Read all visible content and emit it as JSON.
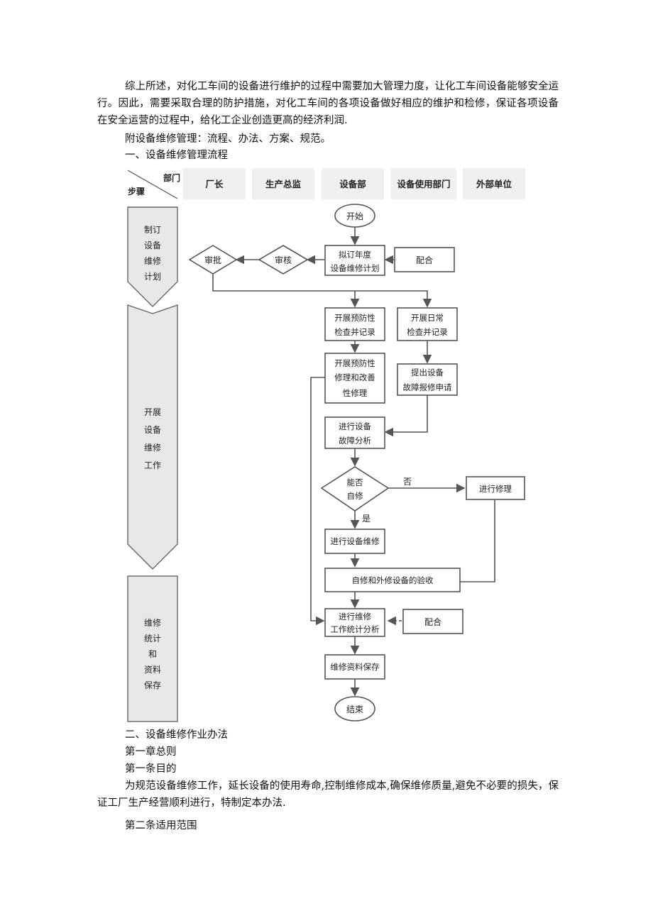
{
  "paragraphs": {
    "p1": "综上所述，对化工车间的设备进行维护的过程中需要加大管理力度，让化工车间设备能够安全运行。因此，需要采取合理的防护措施，对化工车间的各项设备做好相应的维护和检修，保证各项设备在安全运营的过程中，给化工企业创造更高的经济利润.",
    "p2": "附设备维修管理：流程、办法、方案、规范。",
    "h1": "一、设备维修管理流程",
    "h2": "二、设备维修作业办法",
    "h3": "第一章总则",
    "h4": "第一条目的",
    "p3": "为规范设备维修工作，延长设备的使用寿命,控制维修成本,确保维修质量,避免不必要的损失，保证工厂生产经营顺利进行，特制定本办法.",
    "h5": "第二条适用范围"
  },
  "flowchart": {
    "corner_top": "部门",
    "corner_bottom": "步骤",
    "columns": [
      "厂长",
      "生产总监",
      "设备部",
      "设备使用部门",
      "外部单位"
    ],
    "steps": [
      "制订设备维修计划",
      "开展设备维修工作",
      "维修统计和资料保存"
    ],
    "nodes": {
      "start": "开始",
      "plan_1": "拟订年度",
      "plan_2": "设备维修计划",
      "cooperate_1": "配合",
      "review": "审核",
      "approve": "审批",
      "prev_check_1": "开展预防性",
      "prev_check_2": "检查并记录",
      "daily_check_1": "开展日常",
      "daily_check_2": "检查并记录",
      "prev_repair_1": "开展预防性",
      "prev_repair_2": "修理和改善",
      "prev_repair_3": "性修理",
      "report_1": "提出设备",
      "report_2": "故障报修申请",
      "analysis_1": "进行设备",
      "analysis_2": "故障分析",
      "decide_1": "能否",
      "decide_2": "自修",
      "no_label": "否",
      "yes_label": "是",
      "external_repair": "进行修理",
      "self_repair": "进行设备维修",
      "acceptance": "自修和外修设备的验收",
      "stats_1": "进行维修",
      "stats_2": "工作统计分析",
      "cooperate_2": "配合",
      "archive": "维修资料保存",
      "end": "结束"
    }
  }
}
